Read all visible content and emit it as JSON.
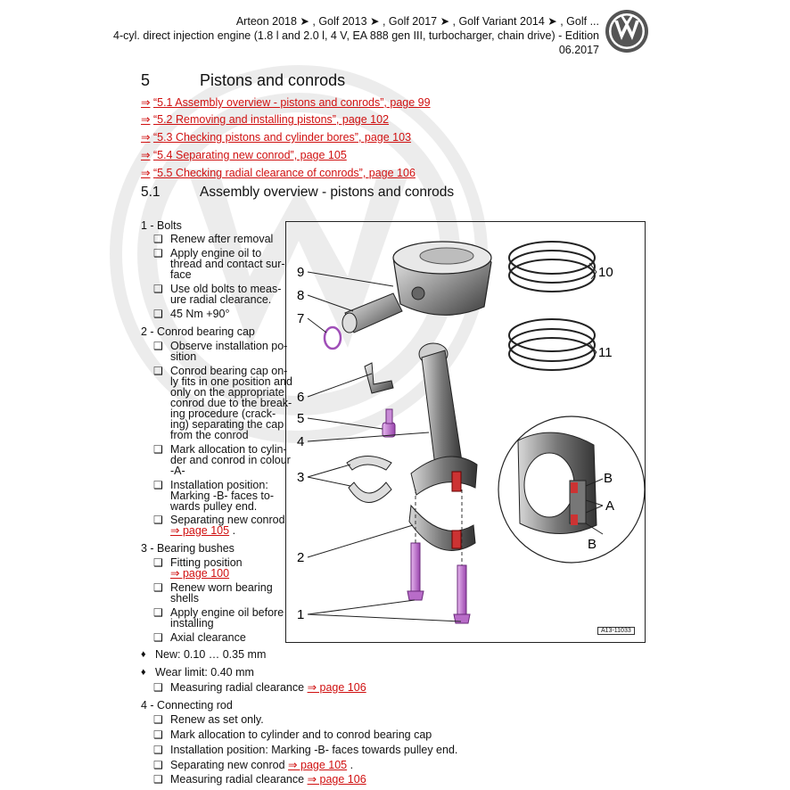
{
  "header": {
    "line1": "Arteon 2018 ➤ , Golf 2013 ➤ , Golf 2017 ➤ , Golf Variant 2014 ➤ , Golf ...",
    "line2": "4-cyl. direct injection engine (1.8 l and 2.0 l, 4 V, EA 888 gen III, turbocharger, chain drive) - Edition",
    "line3": "06.2017"
  },
  "section": {
    "number": "5",
    "title": "Pistons and conrods"
  },
  "toc": [
    {
      "arrow": "⇒",
      "text": "“5.1 Assembly overview - pistons and conrods”, page 99"
    },
    {
      "arrow": "⇒",
      "text": "“5.2 Removing and installing pistons”, page 102"
    },
    {
      "arrow": "⇒",
      "text": "“5.3 Checking pistons and cylinder bores”, page 103"
    },
    {
      "arrow": "⇒",
      "text": "“5.4 Separating new conrod”, page 105"
    },
    {
      "arrow": "⇒",
      "text": "“5.5 Checking radial clearance of conrods”, page 106"
    }
  ],
  "subsection": {
    "number": "5.1",
    "title": "Assembly overview - pistons and conrods"
  },
  "items": {
    "i1": "1 - Bolts",
    "i1a": [
      "Renew after removal"
    ],
    "i1b": [
      "Apply engine oil to",
      "thread and contact sur-",
      "face"
    ],
    "i1c": [
      "Use old bolts to meas-",
      "ure radial clearance."
    ],
    "i1d": [
      "45 Nm +90°"
    ],
    "i2": "2 - Conrod bearing cap",
    "i2a": [
      "Observe installation po-",
      "sition"
    ],
    "i2b": [
      "Conrod bearing cap on-",
      "ly fits in one position and",
      "only on the appropriate",
      "conrod due to the break-",
      "ing procedure (crack-",
      "ing) separating the cap",
      "from the conrod"
    ],
    "i2c": [
      "Mark allocation to cylin-",
      "der and conrod in colour",
      "-A-"
    ],
    "i2d": [
      "Installation position:",
      "Marking -B- faces to-",
      "wards pulley end."
    ],
    "i2e": [
      "Separating new conrod"
    ],
    "i2e_link": "⇒ page 105",
    "i2e_end": " .",
    "i3": "3 - Bearing bushes",
    "i3a": [
      "Fitting position"
    ],
    "i3a_link": "⇒ page 100",
    "i3b": [
      "Renew worn bearing",
      "shells"
    ],
    "i3c": [
      "Apply engine oil before",
      "installing"
    ],
    "i3d": [
      "Axial clearance"
    ],
    "d1": "New: 0.10 … 0.35 mm",
    "d2": "Wear limit: 0.40 mm",
    "i3e": "Measuring radial clearance",
    "i3e_link": "⇒ page 106",
    "i4": "4 - Connecting rod",
    "i4a": "Renew as set only.",
    "i4b": "Mark allocation to cylinder and to conrod bearing cap",
    "i4c": "Installation position: Marking -B- faces towards pulley end.",
    "i4d": "Separating new conrod",
    "i4d_link": "⇒ page 105",
    "i4d_end": " .",
    "i4e": "Measuring radial clearance",
    "i4e_link": "⇒ page 106"
  },
  "figure": {
    "id": "A13-11033",
    "callouts": [
      "1",
      "2",
      "3",
      "4",
      "5",
      "6",
      "7",
      "8",
      "9",
      "10",
      "11"
    ],
    "letters": {
      "a": "A",
      "b": "B"
    }
  },
  "icons": {
    "checkbox": "❑",
    "diamond": "♦"
  }
}
